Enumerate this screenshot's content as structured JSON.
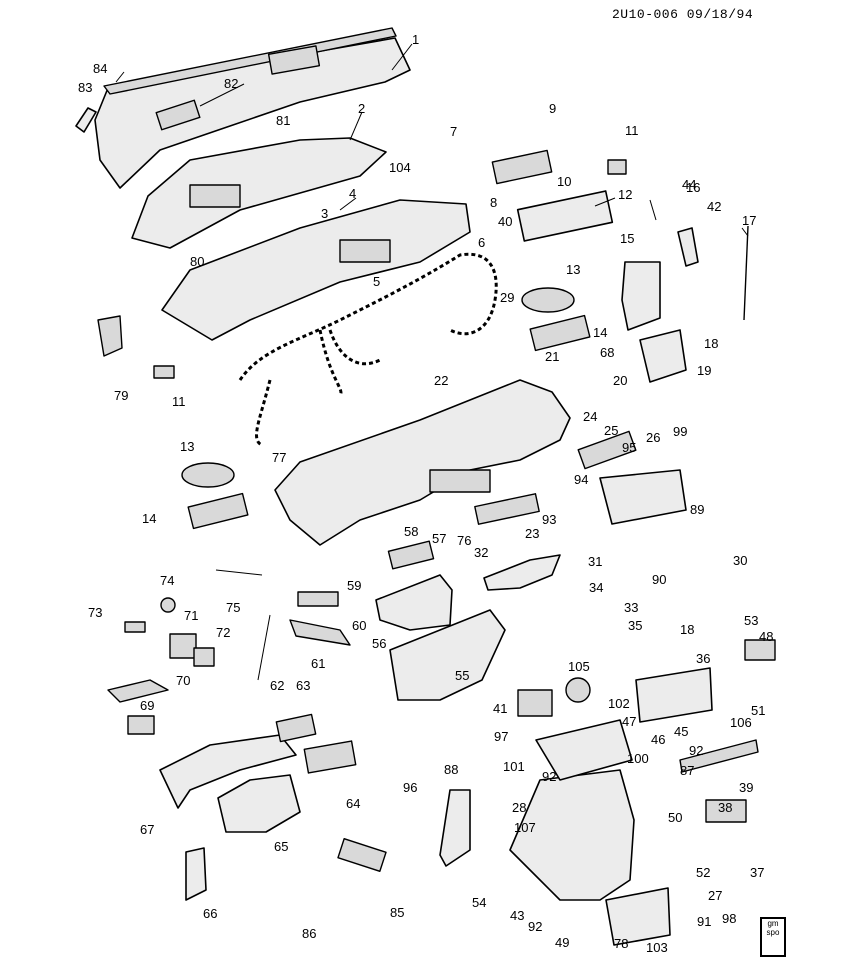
{
  "header": {
    "drawing_code": "2U10-006 09/18/94"
  },
  "logo": {
    "line1": "gm",
    "line2": "spo"
  },
  "callouts": [
    "1",
    "2",
    "3",
    "4",
    "5",
    "6",
    "7",
    "8",
    "9",
    "10",
    "11",
    "12",
    "13",
    "14",
    "15",
    "16",
    "17",
    "18",
    "19",
    "20",
    "21",
    "22",
    "23",
    "24",
    "25",
    "26",
    "27",
    "28",
    "29",
    "30",
    "31",
    "32",
    "33",
    "34",
    "35",
    "36",
    "37",
    "38",
    "39",
    "40",
    "41",
    "42",
    "43",
    "44",
    "45",
    "46",
    "47",
    "48",
    "49",
    "50",
    "51",
    "52",
    "53",
    "54",
    "55",
    "56",
    "57",
    "58",
    "59",
    "60",
    "61",
    "62",
    "63",
    "64",
    "65",
    "66",
    "67",
    "68",
    "69",
    "70",
    "71",
    "72",
    "73",
    "74",
    "75",
    "76",
    "77",
    "78",
    "79",
    "80",
    "81",
    "82",
    "83",
    "84",
    "85",
    "86",
    "87",
    "88",
    "89",
    "90",
    "91",
    "92",
    "93",
    "94",
    "95",
    "96",
    "97",
    "98",
    "99",
    "100",
    "101",
    "102",
    "103",
    "104",
    "105",
    "106",
    "107",
    "11",
    "13",
    "14",
    "18",
    "92",
    "92"
  ]
}
